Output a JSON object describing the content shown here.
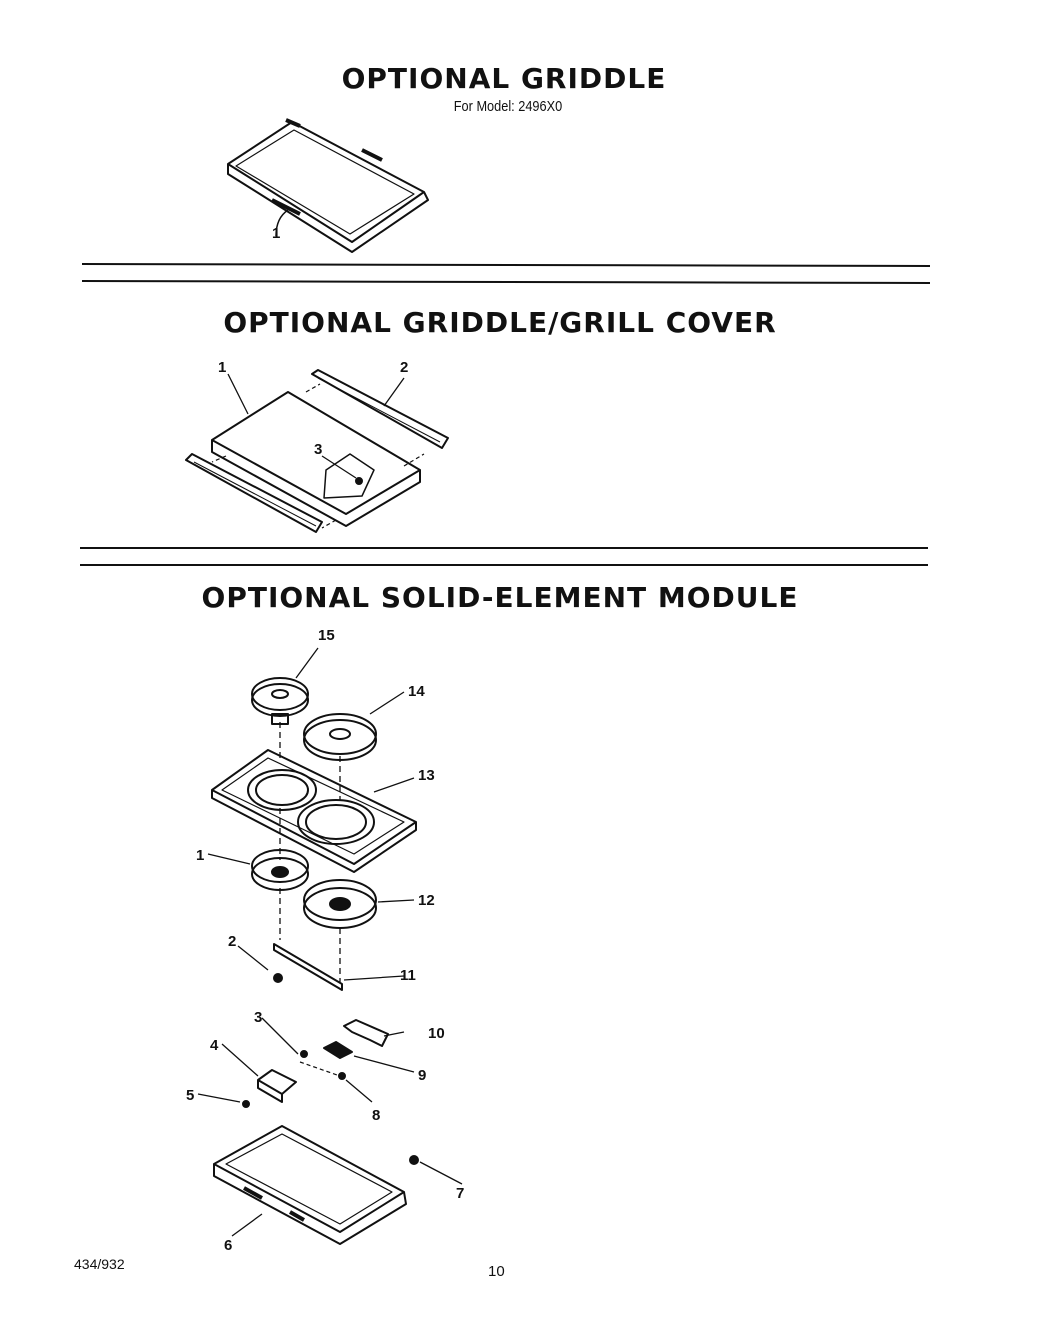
{
  "sections": {
    "griddle": {
      "title": "OPTIONAL GRIDDLE",
      "subtitle": "For Model: 2496X0",
      "callouts": [
        "1"
      ]
    },
    "cover": {
      "title": "OPTIONAL GRIDDLE/GRILL COVER",
      "callouts": [
        "1",
        "2",
        "3"
      ]
    },
    "module": {
      "title": "OPTIONAL SOLID-ELEMENT MODULE",
      "callouts": [
        "15",
        "14",
        "13",
        "1",
        "12",
        "2",
        "11",
        "3",
        "10",
        "4",
        "9",
        "5",
        "8",
        "7",
        "6"
      ]
    }
  },
  "footer": {
    "code": "434/932",
    "page": "10"
  }
}
